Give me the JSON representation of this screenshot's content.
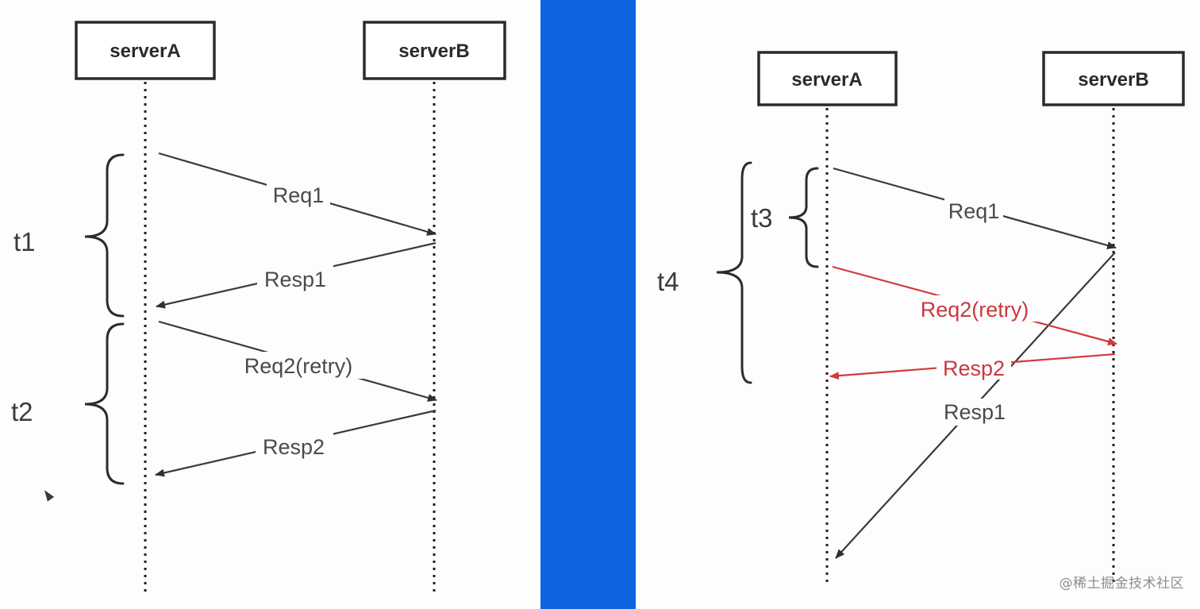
{
  "left_panel": {
    "node_a": "serverA",
    "node_b": "serverB",
    "messages": {
      "req1": "Req1",
      "resp1": "Resp1",
      "req2": "Req2(retry)",
      "resp2": "Resp2"
    },
    "braces": {
      "t1": "t1",
      "t2": "t2"
    }
  },
  "right_panel": {
    "node_a": "serverA",
    "node_b": "serverB",
    "messages": {
      "req1": "Req1",
      "req2": "Req2(retry)",
      "resp2": "Resp2",
      "resp1": "Resp1"
    },
    "braces": {
      "t3": "t3",
      "t4": "t4"
    }
  },
  "colors": {
    "divider": "#0d63e0",
    "retry": "#d43a3a",
    "ink": "#2b2b2b"
  },
  "watermark": "@稀土掘金技术社区"
}
